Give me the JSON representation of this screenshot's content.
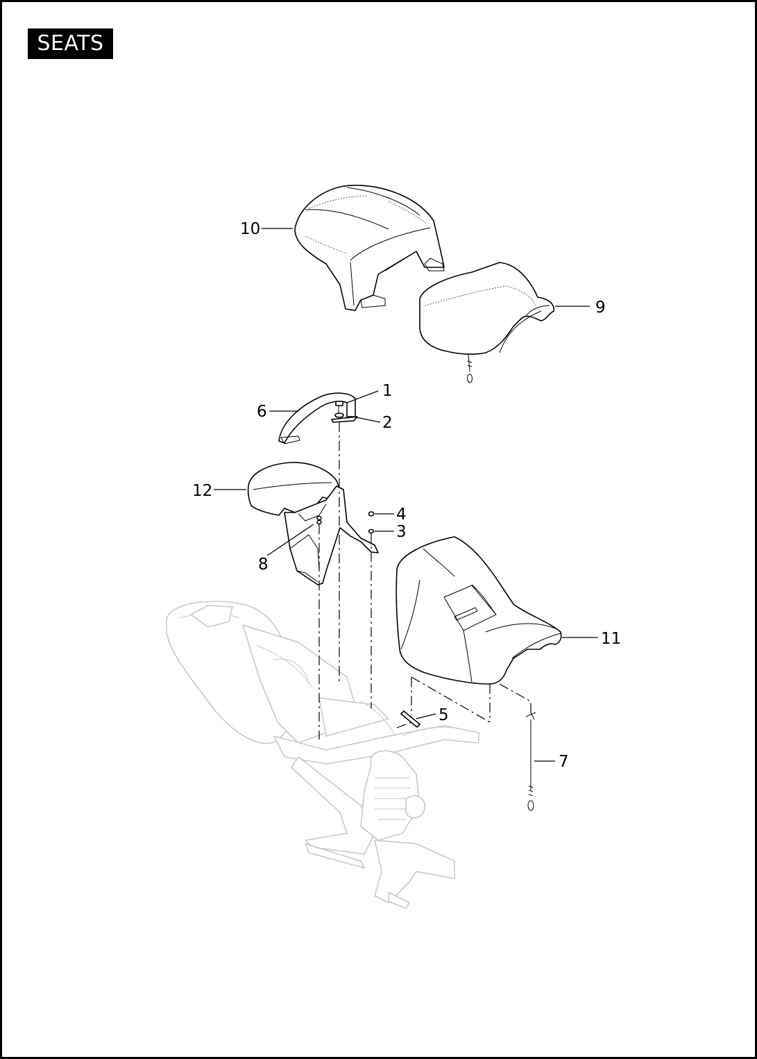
{
  "page": {
    "title": "SEATS"
  },
  "callouts": [
    {
      "id": "10",
      "label": "10"
    },
    {
      "id": "9",
      "label": "9"
    },
    {
      "id": "1",
      "label": "1"
    },
    {
      "id": "6",
      "label": "6"
    },
    {
      "id": "2",
      "label": "2"
    },
    {
      "id": "12",
      "label": "12"
    },
    {
      "id": "4",
      "label": "4"
    },
    {
      "id": "3",
      "label": "3"
    },
    {
      "id": "8",
      "label": "8"
    },
    {
      "id": "11",
      "label": "11"
    },
    {
      "id": "5",
      "label": "5"
    },
    {
      "id": "7",
      "label": "7"
    }
  ]
}
